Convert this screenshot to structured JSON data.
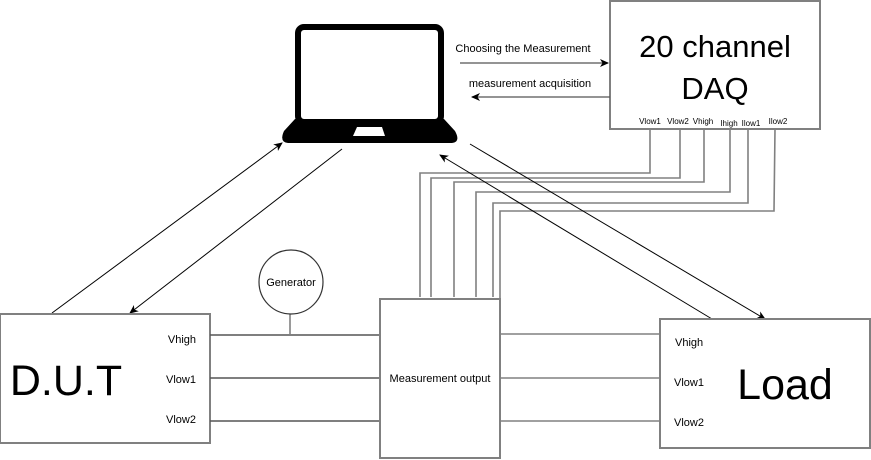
{
  "daq": {
    "title_line1": "20 channel",
    "title_line2": "DAQ",
    "channels": [
      "Vlow1",
      "Vlow2",
      "Vhigh",
      "Ihigh",
      "Ilow1",
      "Ilow2"
    ]
  },
  "laptop": {
    "icon": "laptop-icon"
  },
  "arrows": {
    "to_daq": "Choosing the Measurement",
    "from_daq": "measurement acquisition"
  },
  "dut": {
    "title": "D.U.T",
    "ports": [
      "Vhigh",
      "Vlow1",
      "Vlow2"
    ]
  },
  "generator": {
    "label": "Generator"
  },
  "measurement": {
    "label": "Measurement output"
  },
  "load": {
    "title": "Load",
    "ports": [
      "Vhigh",
      "Vlow1",
      "Vlow2"
    ]
  },
  "colors": {
    "box_stroke": "#808080",
    "line": "#000000",
    "laptop_fill": "#000000"
  }
}
